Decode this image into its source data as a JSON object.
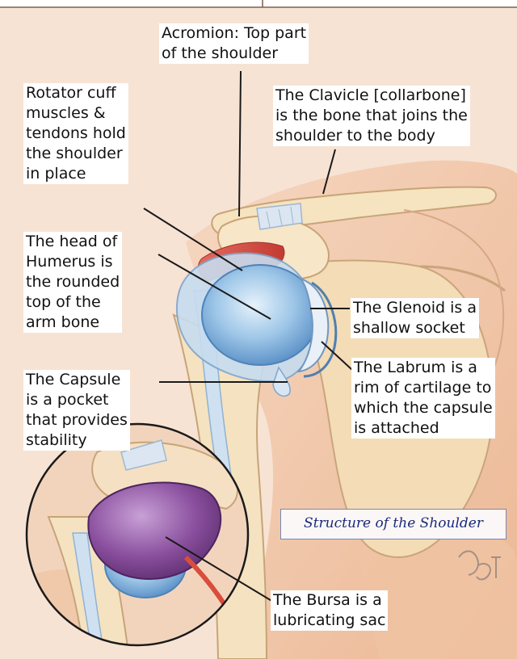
{
  "labels": {
    "acromion": [
      "Acromion: Top part",
      "of the shoulder"
    ],
    "rotator_cuff": [
      "Rotator cuff",
      "muscles &",
      "tendons hold",
      "the shoulder",
      "in place"
    ],
    "clavicle": [
      "The Clavicle [collarbone]",
      "is the bone that joins the",
      "shoulder to the body"
    ],
    "humerus": [
      "The head of",
      "Humerus is",
      "the rounded",
      "top of the",
      "arm bone"
    ],
    "glenoid": [
      "The Glenoid is a",
      "shallow socket"
    ],
    "capsule": [
      "The Capsule",
      "is a pocket",
      "that provides",
      "stability"
    ],
    "labrum": [
      "The Labrum is a",
      "rim of cartilage to",
      "which the capsule",
      "is attached"
    ],
    "bursa": [
      "The Bursa is a",
      "lubricating sac"
    ]
  },
  "caption": "Structure of the Shoulder",
  "colors": {
    "skin": "#f1c7a9",
    "bone": "#f7e6c7",
    "cartilage_blue": "#a9cbe8",
    "bursa_purple": "#8a4f9e",
    "muscle_red": "#d9534a",
    "leader_line": "#1a1a1a"
  }
}
